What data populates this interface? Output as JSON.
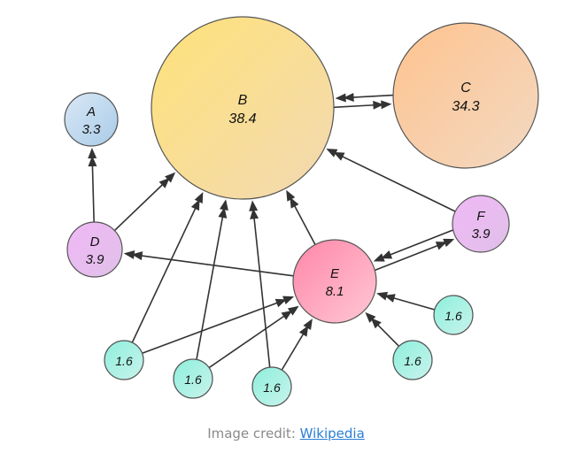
{
  "graph": {
    "nodes": {
      "A": {
        "name": "A",
        "score": "3.3",
        "fill_top": "#d9e8f6",
        "fill_bottom": "#a9cbe7"
      },
      "B": {
        "name": "B",
        "score": "38.4",
        "fill_top": "#ffe27a",
        "fill_bottom": "#f2d9b2"
      },
      "C": {
        "name": "C",
        "score": "34.3",
        "fill_top": "#ffc38f",
        "fill_bottom": "#f2d9c2"
      },
      "D": {
        "name": "D",
        "score": "3.9",
        "fill_top": "#f0b8f6",
        "fill_bottom": "#e0c0e8"
      },
      "E": {
        "name": "E",
        "score": "8.1",
        "fill_top": "#ff86a8",
        "fill_bottom": "#ffc8d4"
      },
      "F": {
        "name": "F",
        "score": "3.9",
        "fill_top": "#f0b8f6",
        "fill_bottom": "#e0c0e8"
      },
      "n1": {
        "name": "",
        "score": "1.6",
        "fill_top": "#8ef0dc",
        "fill_bottom": "#c8f2ec"
      },
      "n2": {
        "name": "",
        "score": "1.6",
        "fill_top": "#8ef0dc",
        "fill_bottom": "#c8f2ec"
      },
      "n3": {
        "name": "",
        "score": "1.6",
        "fill_top": "#8ef0dc",
        "fill_bottom": "#c8f2ec"
      },
      "n4": {
        "name": "",
        "score": "1.6",
        "fill_top": "#8ef0dc",
        "fill_bottom": "#c8f2ec"
      },
      "n5": {
        "name": "",
        "score": "1.6",
        "fill_top": "#8ef0dc",
        "fill_bottom": "#c8f2ec"
      }
    },
    "edges": [
      {
        "from": "B",
        "to": "C"
      },
      {
        "from": "C",
        "to": "B"
      },
      {
        "from": "D",
        "to": "A"
      },
      {
        "from": "D",
        "to": "B"
      },
      {
        "from": "E",
        "to": "B"
      },
      {
        "from": "E",
        "to": "D"
      },
      {
        "from": "E",
        "to": "F"
      },
      {
        "from": "F",
        "to": "E"
      },
      {
        "from": "F",
        "to": "B"
      },
      {
        "from": "n1",
        "to": "B"
      },
      {
        "from": "n1",
        "to": "E"
      },
      {
        "from": "n2",
        "to": "B"
      },
      {
        "from": "n2",
        "to": "E"
      },
      {
        "from": "n3",
        "to": "B"
      },
      {
        "from": "n3",
        "to": "E"
      },
      {
        "from": "n4",
        "to": "E"
      },
      {
        "from": "n5",
        "to": "E"
      }
    ],
    "edge_color": "#333333"
  },
  "caption": {
    "prefix": "Image credit: ",
    "link_text": "Wikipedia"
  }
}
